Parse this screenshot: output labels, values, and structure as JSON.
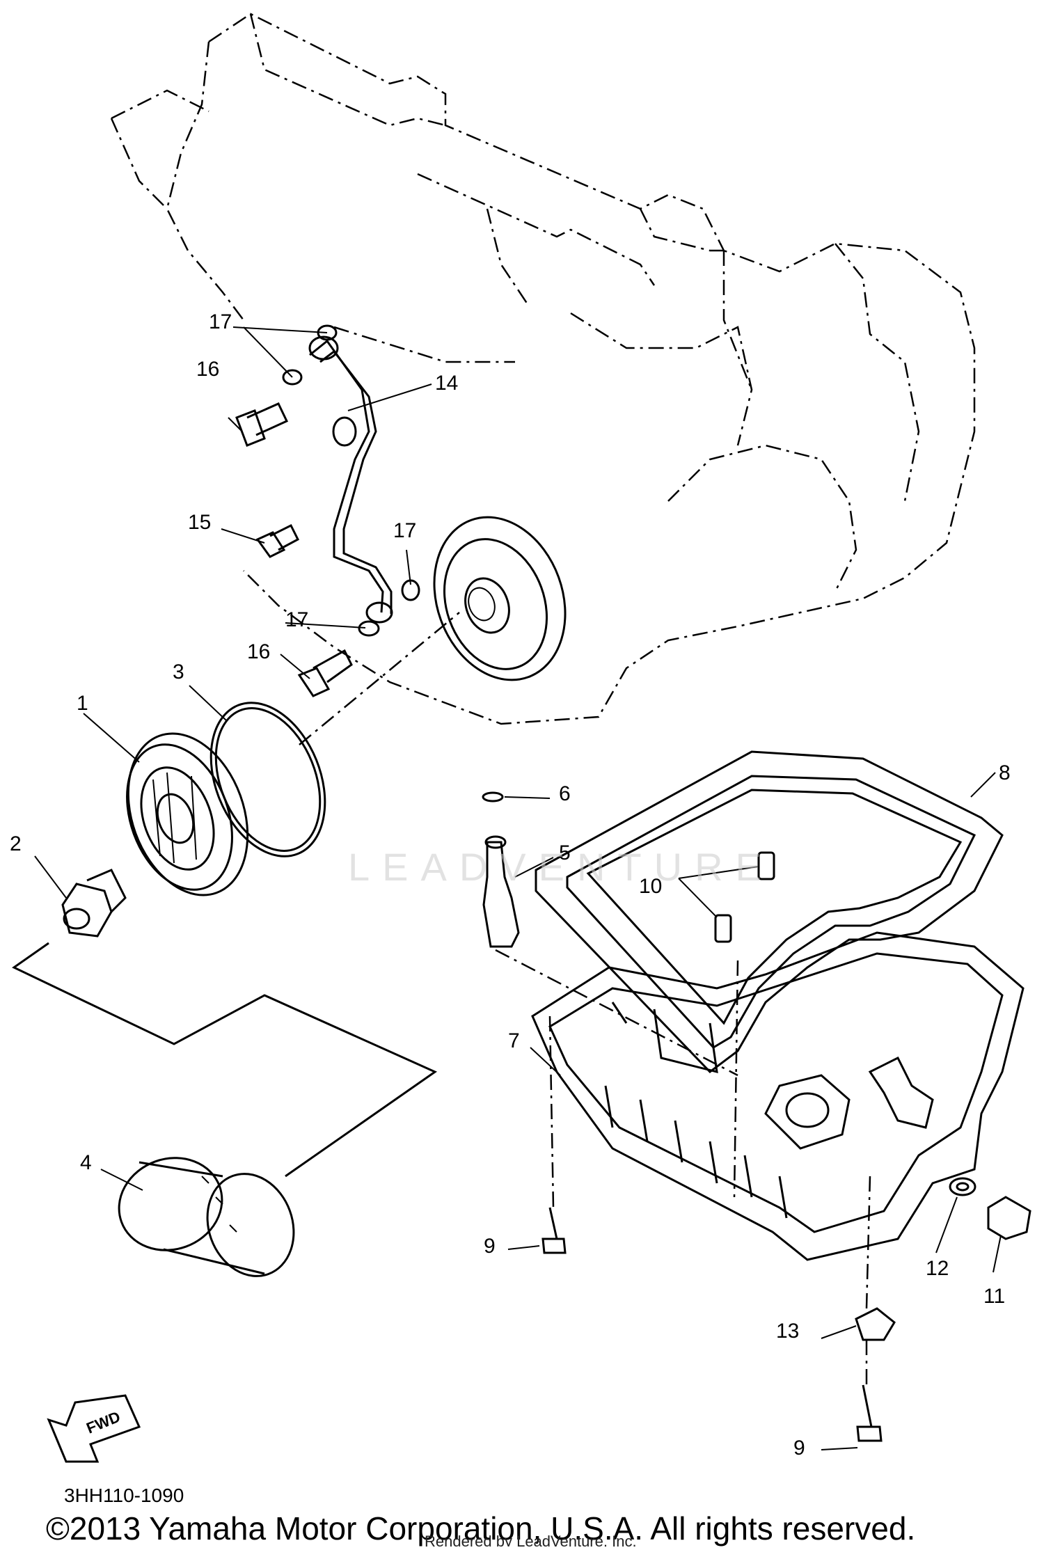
{
  "diagram": {
    "part_labels": {
      "p1": "1",
      "p2": "2",
      "p3": "3",
      "p4": "4",
      "p5": "5",
      "p6": "6",
      "p7": "7",
      "p8": "8",
      "p9a": "9",
      "p9b": "9",
      "p10": "10",
      "p11": "11",
      "p12": "12",
      "p13": "13",
      "p14": "14",
      "p15": "15",
      "p16a": "16",
      "p16b": "16",
      "p17a": "17",
      "p17b": "17",
      "p17c": "17"
    },
    "fwd_label": "FWD",
    "diagram_code": "3HH110-1090",
    "watermark": "LEADVENTURE",
    "copyright": "©2013 Yamaha Motor Corporation, U.S.A. All rights reserved.",
    "rendered_by": "Rendered by LeadVenture, Inc."
  }
}
